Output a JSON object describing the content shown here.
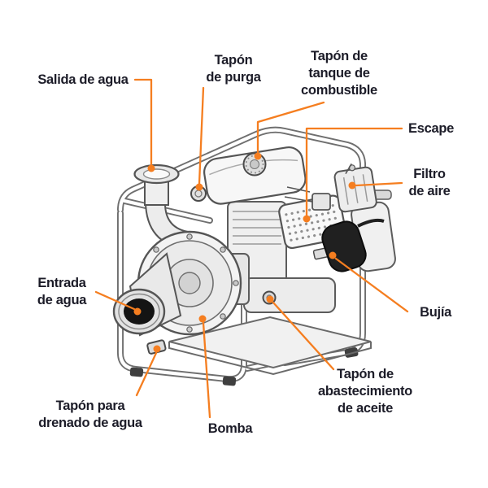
{
  "colors": {
    "accent_orange": "#F57E20",
    "label_text": "#1C1C28",
    "line_art_gray": "#5C5C5C",
    "background": "#FFFFFF"
  },
  "labels": {
    "salida_agua": {
      "text": "Salida de agua"
    },
    "tapon_purga": {
      "text": "Tapón\nde purga"
    },
    "tapon_tanque": {
      "text": "Tapón de\ntanque de\ncombustible"
    },
    "escape": {
      "text": "Escape"
    },
    "filtro_aire": {
      "text": "Filtro\nde aire"
    },
    "entrada_agua": {
      "text": "Entrada\nde agua"
    },
    "bujia": {
      "text": "Bujía"
    },
    "tapon_drenado": {
      "text": "Tapón para\ndrenado de agua"
    },
    "bomba": {
      "text": "Bomba"
    },
    "tapon_aceite": {
      "text": "Tapón de\nabastecimiento\nde aceite"
    }
  },
  "illustration": {
    "subject": "gasoline-engine water pump on tubular frame",
    "callouts": [
      {
        "label": "Salida de agua",
        "part": "water-outlet"
      },
      {
        "label": "Tapón de purga",
        "part": "priming-plug"
      },
      {
        "label": "Tapón de tanque de combustible",
        "part": "fuel-tank-cap"
      },
      {
        "label": "Escape",
        "part": "muffler"
      },
      {
        "label": "Filtro de aire",
        "part": "air-filter"
      },
      {
        "label": "Entrada de agua",
        "part": "water-inlet"
      },
      {
        "label": "Bujía",
        "part": "spark-plug"
      },
      {
        "label": "Tapón para drenado de agua",
        "part": "drain-plug"
      },
      {
        "label": "Bomba",
        "part": "pump-housing"
      },
      {
        "label": "Tapón de abastecimiento de aceite",
        "part": "oil-fill-plug"
      }
    ]
  }
}
